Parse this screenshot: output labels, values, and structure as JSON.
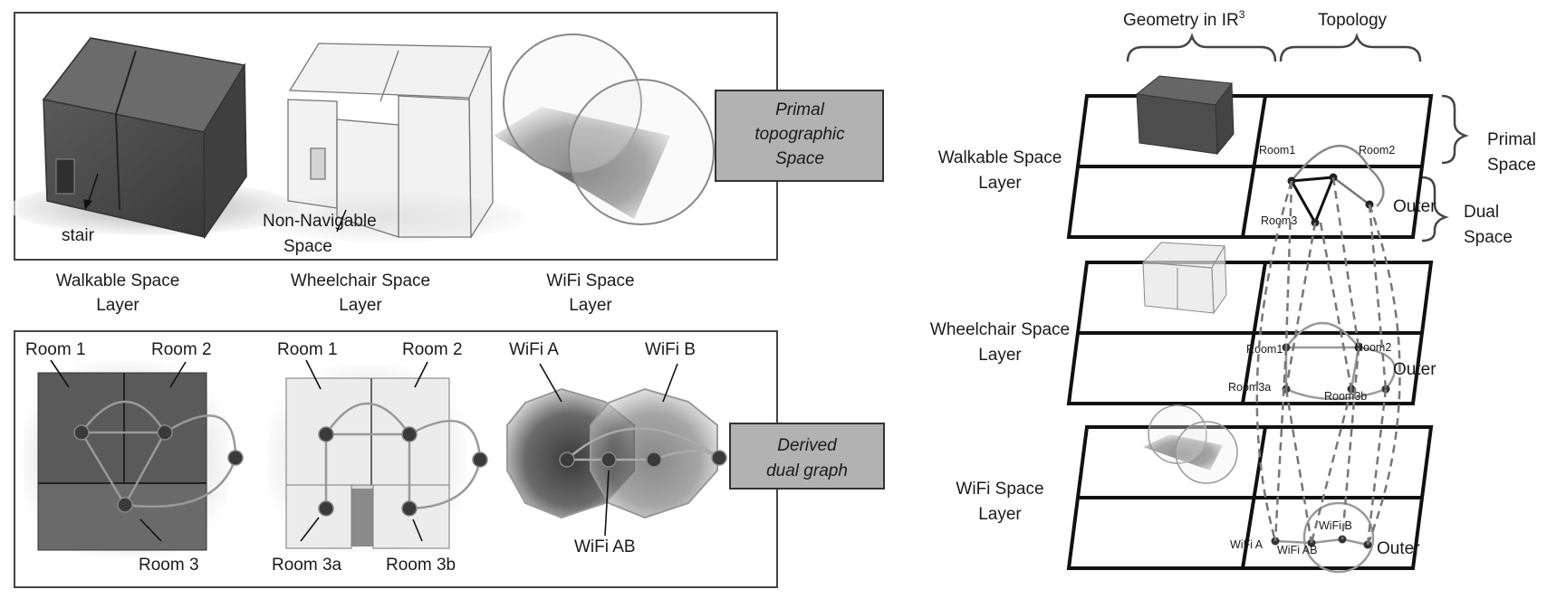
{
  "left_panel": {
    "primal_box": [
      "Primal",
      "topographic",
      "Space"
    ],
    "dual_box": [
      "Derived",
      "dual graph"
    ],
    "annotations": {
      "stair": "stair",
      "non_navigable": [
        "Non-Navigable",
        "Space"
      ]
    },
    "layers": [
      [
        "Walkable Space",
        "Layer"
      ],
      [
        "Wheelchair Space",
        "Layer"
      ],
      [
        "WiFi Space",
        "Layer"
      ]
    ],
    "walkable_rooms": {
      "r1": "Room 1",
      "r2": "Room 2",
      "r3": "Room 3"
    },
    "wheelchair_rooms": {
      "r1": "Room 1",
      "r2": "Room 2",
      "r3a": "Room 3a",
      "r3b": "Room 3b"
    },
    "wifi_areas": {
      "a": "WiFi A",
      "b": "WiFi B",
      "ab": "WiFi AB"
    }
  },
  "right_panel": {
    "header_geometry": "Geometry in IR",
    "header_geometry_sup": "3",
    "header_topology": "Topology",
    "primal_space": [
      "Primal",
      "Space"
    ],
    "dual_space": [
      "Dual",
      "Space"
    ],
    "layers": [
      [
        "Walkable Space",
        "Layer"
      ],
      [
        "Wheelchair Space",
        "Layer"
      ],
      [
        "WiFi Space",
        "Layer"
      ]
    ],
    "walkable_nodes": {
      "r1": "Room1",
      "r2": "Room2",
      "r3": "Room3",
      "outer": "Outer"
    },
    "wheelchair_nodes": {
      "r1": "Room1",
      "r2": "Room2",
      "r3a": "Room3a",
      "r3b": "Room3b",
      "outer": "Outer"
    },
    "wifi_nodes": {
      "a": "WiFi A",
      "ab": "WiFi AB",
      "b": "WiFi B",
      "outer": "Outer"
    }
  },
  "colors": {
    "box_fill": "#b2b2b2",
    "dark_room": "#555555",
    "line": "#111111"
  }
}
